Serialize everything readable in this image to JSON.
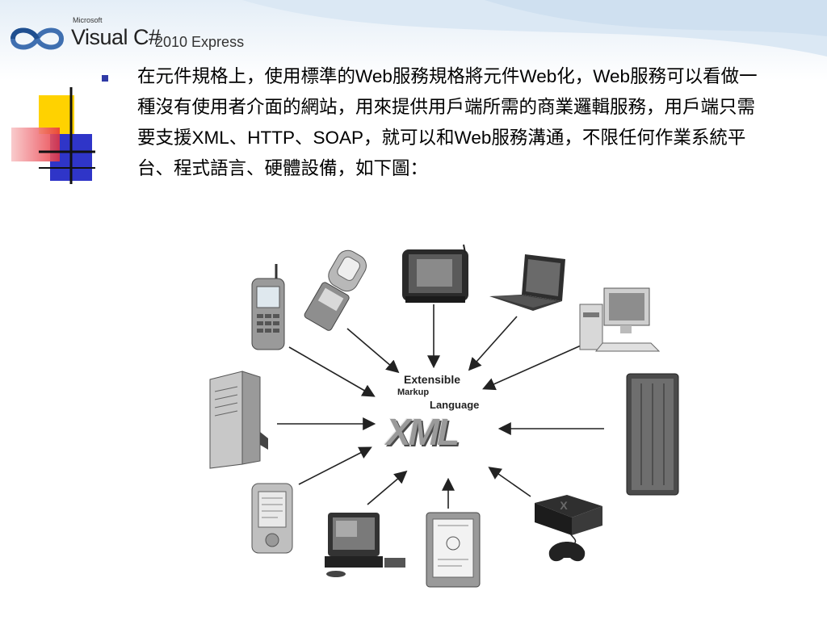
{
  "header": {
    "logo_small": "Microsoft",
    "logo_main": "Visual C#",
    "logo_edition": "2010 Express"
  },
  "content": {
    "paragraph": "在元件規格上，使用標準的Web服務規格將元件Web化，Web服務可以看做一種沒有使用者介面的網站，用來提供用戶端所需的商業邏輯服務，用戶端只需要支援XML、HTTP、SOAP，就可以和Web服務溝通，不限任何作業系統平台、程式語言、硬體設備，如下圖："
  },
  "diagram": {
    "center_line1": "Extensible",
    "center_line2": "Markup",
    "center_line3": "Language",
    "center_logo": "XML",
    "devices": [
      {
        "icon": "mobile-phone-icon"
      },
      {
        "icon": "flip-phone-icon"
      },
      {
        "icon": "tv-display-icon"
      },
      {
        "icon": "laptop-icon"
      },
      {
        "icon": "desktop-pc-icon"
      },
      {
        "icon": "tower-server-icon"
      },
      {
        "icon": "rack-server-icon"
      },
      {
        "icon": "pda-icon"
      },
      {
        "icon": "tv-settop-icon"
      },
      {
        "icon": "tablet-icon"
      },
      {
        "icon": "game-console-icon"
      }
    ]
  },
  "colors": {
    "bullet": "#2f3aa6",
    "deco_yellow": "#ffd200",
    "deco_blue": "#2f35c8",
    "deco_red": "#e8323c"
  }
}
